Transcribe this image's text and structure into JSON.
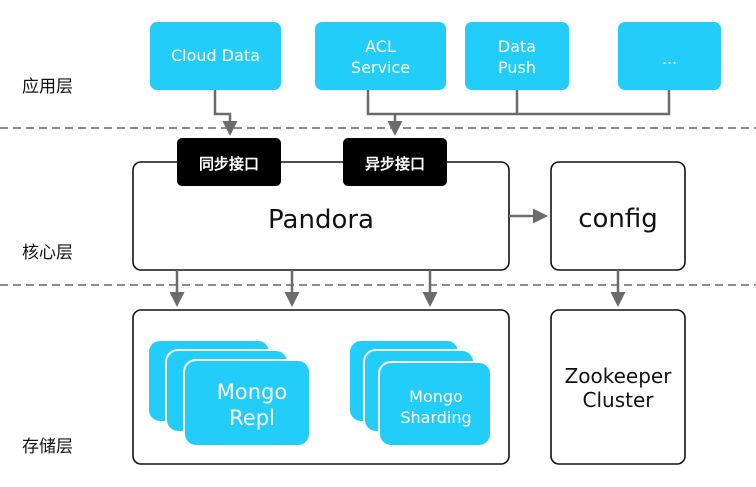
{
  "layers": {
    "app": "应用层",
    "core": "核心层",
    "storage": "存储层"
  },
  "app_services": {
    "cloud_data": "Cloud Data",
    "acl_line1": "ACL",
    "acl_line2": "Service",
    "data_push_line1": "Data",
    "data_push_line2": "Push",
    "more": "..."
  },
  "interfaces": {
    "sync": "同步接口",
    "async": "异步接口"
  },
  "core": {
    "pandora": "Pandora",
    "config": "config"
  },
  "storage": {
    "mongo_repl_line1": "Mongo",
    "mongo_repl_line2": "Repl",
    "mongo_sharding_line1": "Mongo",
    "mongo_sharding_line2": "Sharding",
    "zookeeper_line1": "Zookeeper",
    "zookeeper_line2": "Cluster"
  },
  "colors": {
    "service_fill": "#22cdf9",
    "arrow": "#6b6b6b",
    "interface_fill": "#000000",
    "box_stroke": "#111111",
    "divider": "#666666"
  }
}
